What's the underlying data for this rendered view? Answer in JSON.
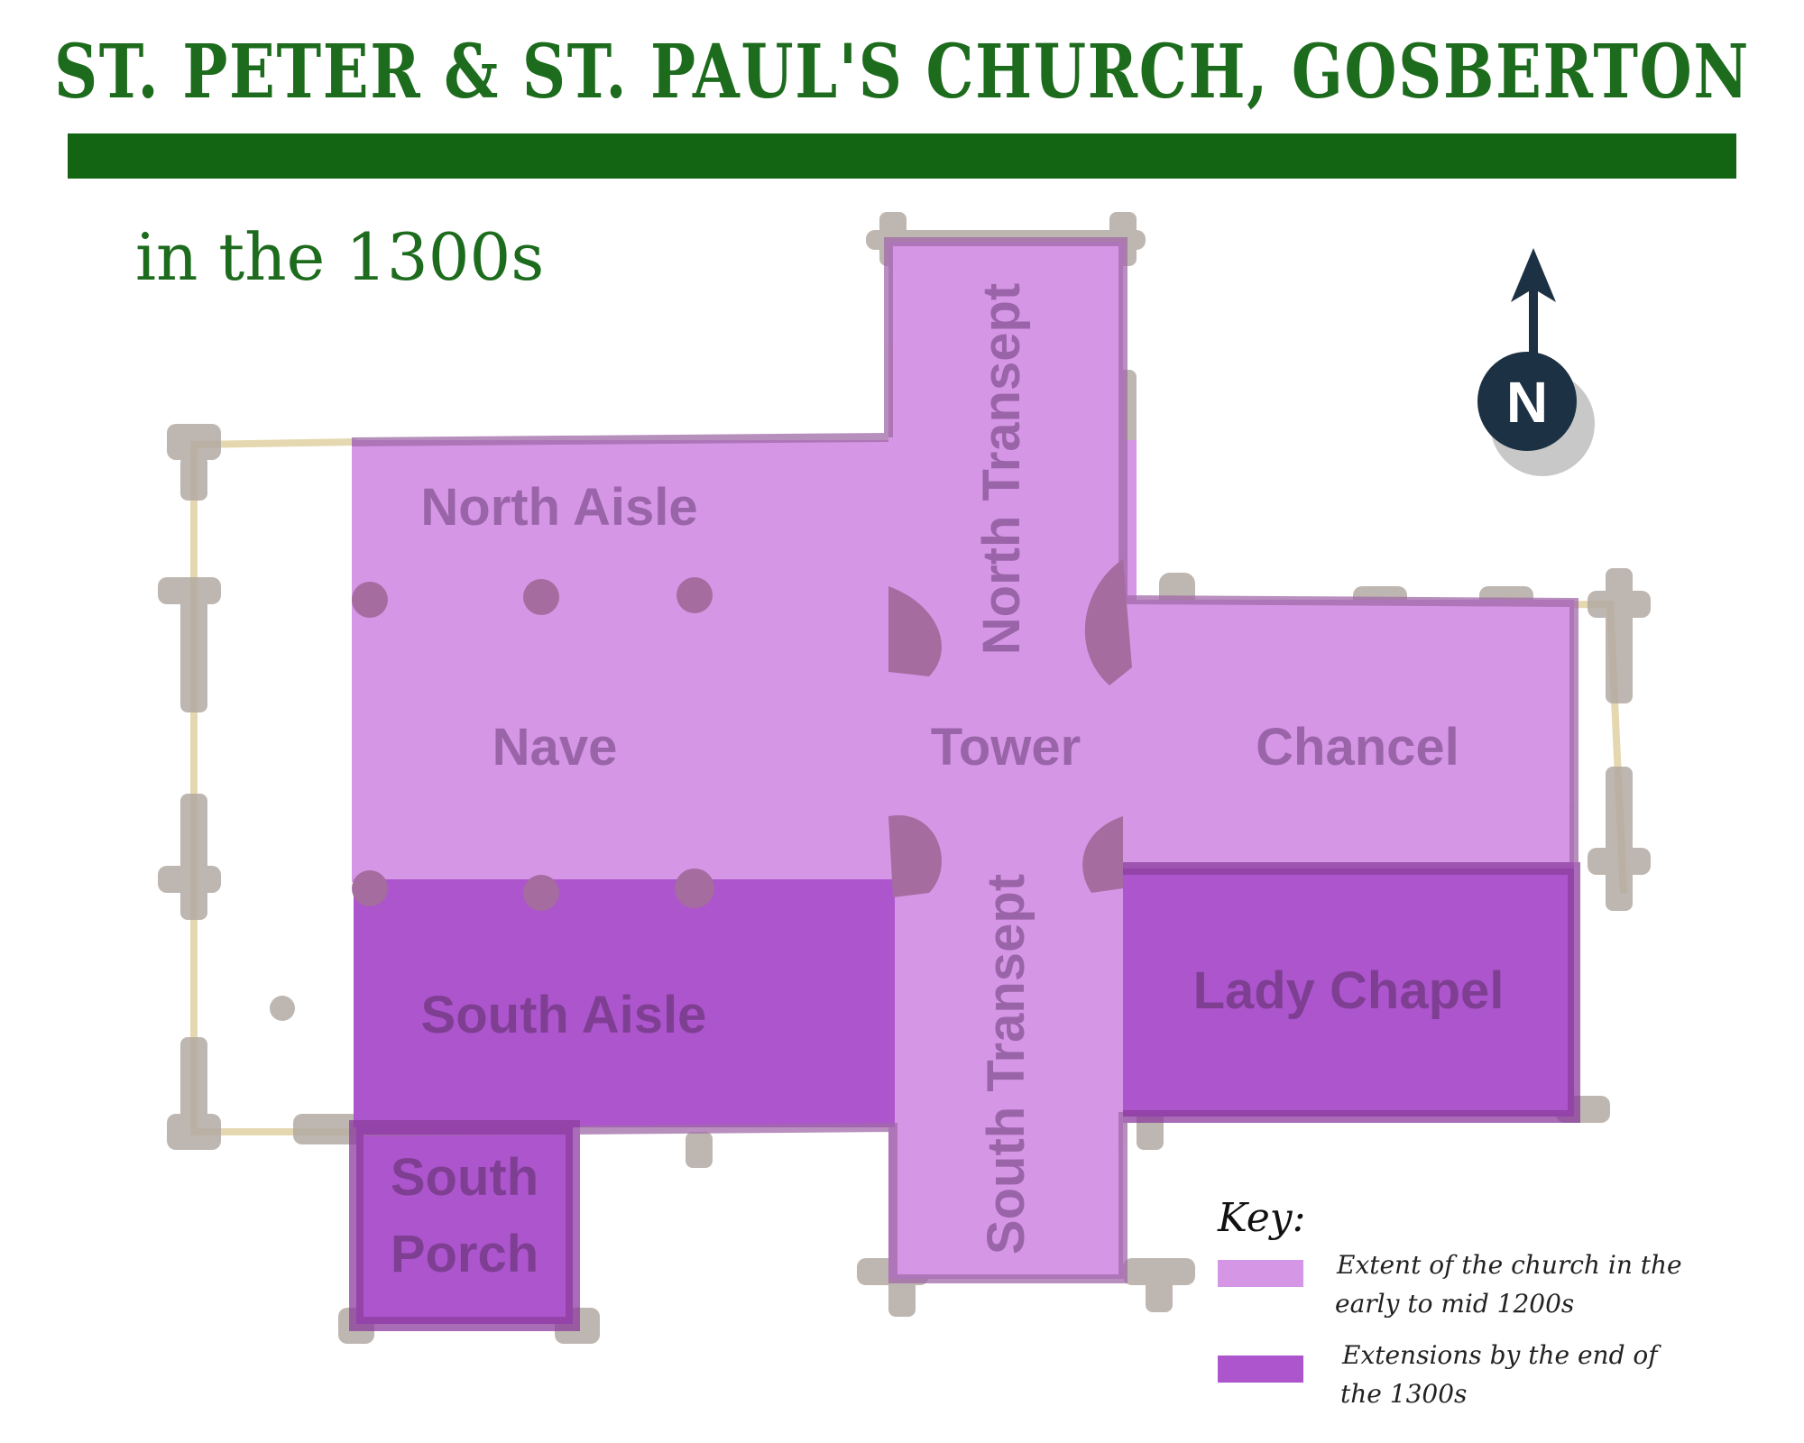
{
  "title": "ST. PETER & ST. PAUL'S CHURCH, GOSBERTON",
  "subtitle": "in the 1300s",
  "colors": {
    "title": "#1d6b1d",
    "title_bar": "#136413",
    "early_extent": "#d596e6",
    "extensions_1300s": "#ad55cd",
    "stone": "#b3aaa3",
    "outline": "#e5d8b0"
  },
  "rooms": {
    "north_aisle": "North Aisle",
    "nave": "Nave",
    "tower": "Tower",
    "chancel": "Chancel",
    "north_transept": "North Transept",
    "south_transept": "South Transept",
    "south_aisle": "South Aisle",
    "lady_chapel": "Lady Chapel",
    "south_porch_line1": "South",
    "south_porch_line2": "Porch"
  },
  "compass": {
    "letter": "N",
    "icon": "north-arrow-icon"
  },
  "key": {
    "title": "Key:",
    "early": {
      "line1": "Extent of the church in the",
      "line2": "early to mid  1200s"
    },
    "extensions": {
      "line1": "Extensions by the end of",
      "line2": "the 1300s"
    }
  }
}
